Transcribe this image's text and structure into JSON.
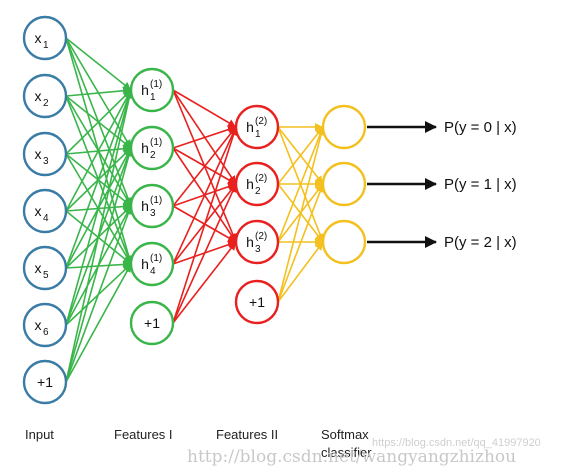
{
  "colors": {
    "input": "#3a7ca5",
    "features1": "#3ab54a",
    "features2": "#e8201e",
    "softmax": "#f4c01e",
    "output_arrow": "#111111",
    "watermark": "#c8c8c8"
  },
  "layers": {
    "input": {
      "caption": "Input",
      "nodes": [
        {
          "base": "x",
          "sub": "1",
          "sup": ""
        },
        {
          "base": "x",
          "sub": "2",
          "sup": ""
        },
        {
          "base": "x",
          "sub": "3",
          "sup": ""
        },
        {
          "base": "x",
          "sub": "4",
          "sup": ""
        },
        {
          "base": "x",
          "sub": "5",
          "sup": ""
        },
        {
          "base": "x",
          "sub": "6",
          "sup": ""
        },
        {
          "base": "+1",
          "sub": "",
          "sup": "",
          "bias": true
        }
      ]
    },
    "features1": {
      "caption": "Features I",
      "nodes": [
        {
          "base": "h",
          "sub": "1",
          "sup": "(1)"
        },
        {
          "base": "h",
          "sub": "2",
          "sup": "(1)"
        },
        {
          "base": "h",
          "sub": "3",
          "sup": "(1)"
        },
        {
          "base": "h",
          "sub": "4",
          "sup": "(1)"
        },
        {
          "base": "+1",
          "sub": "",
          "sup": "",
          "bias": true
        }
      ]
    },
    "features2": {
      "caption": "Features II",
      "nodes": [
        {
          "base": "h",
          "sub": "1",
          "sup": "(2)"
        },
        {
          "base": "h",
          "sub": "2",
          "sup": "(2)"
        },
        {
          "base": "h",
          "sub": "3",
          "sup": "(2)"
        },
        {
          "base": "+1",
          "sub": "",
          "sup": "",
          "bias": true
        }
      ]
    },
    "softmax": {
      "caption_line1": "Softmax",
      "caption_line2": "classifier",
      "nodes": [
        {
          "base": "",
          "sub": "",
          "sup": ""
        },
        {
          "base": "",
          "sub": "",
          "sup": ""
        },
        {
          "base": "",
          "sub": "",
          "sup": ""
        }
      ]
    }
  },
  "outputs": [
    "P(y = 0 | x)",
    "P(y = 1 | x)",
    "P(y = 2 | x)"
  ],
  "watermark": {
    "main": "http://blog.csdn.net/wangyangzhizhou",
    "secondary": "https://blog.csdn.net/qq_41997920"
  }
}
